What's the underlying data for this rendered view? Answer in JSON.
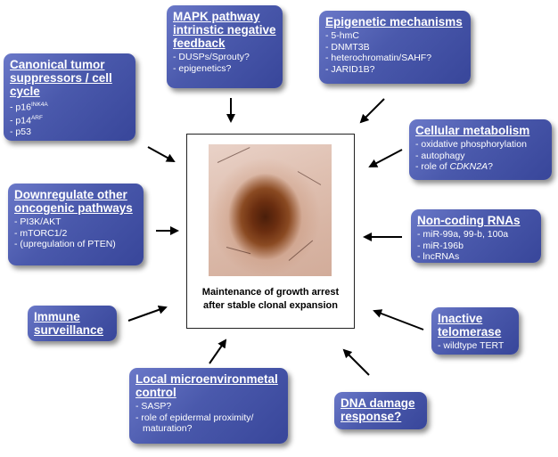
{
  "center": {
    "caption_line1": "Maintenance of growth arrest",
    "caption_line2": "after stable clonal expansion"
  },
  "boxes": {
    "canonical": {
      "title": "Canonical tumor suppressors / cell cycle",
      "items": [
        "- p16",
        "- p14",
        "- p53"
      ],
      "sups": [
        "INK4A",
        "ARF"
      ]
    },
    "mapk": {
      "title": "MAPK pathway intrinstic negative feedback",
      "items": [
        "- DUSPs/Sprouty?",
        "- epigenetics?"
      ]
    },
    "epigenetic": {
      "title": "Epigenetic mechanisms",
      "items": [
        "- 5-hmC",
        "- DNMT3B",
        "- heterochromatin/SAHF?",
        "- JARID1B?"
      ]
    },
    "metabolism": {
      "title": "Cellular metabolism",
      "items": [
        "- oxidative phosphorylation",
        "- autophagy",
        "- role of ",
        "CDKN2A",
        "?"
      ]
    },
    "downregulate": {
      "title": "Downregulate other oncogenic pathways",
      "items": [
        "- PI3K/AKT",
        "- mTORC1/2",
        "- (upregulation of PTEN)"
      ]
    },
    "noncoding": {
      "title": "Non-coding RNAs",
      "items": [
        "- miR-99a, 99-b, 100a",
        "- miR-196b",
        "- lncRNAs"
      ]
    },
    "immune": {
      "title": "Immune surveillance"
    },
    "telomerase": {
      "title": "Inactive telomerase",
      "items": [
        "- wildtype TERT"
      ]
    },
    "microenv": {
      "title": "Local microenvironmetal control",
      "items": [
        "- SASP?",
        "- role of epidermal proximity/",
        "maturation?"
      ]
    },
    "dna": {
      "title": "DNA damage response?"
    }
  },
  "colors": {
    "box": "#4a59ac",
    "arrow": "#000000"
  }
}
